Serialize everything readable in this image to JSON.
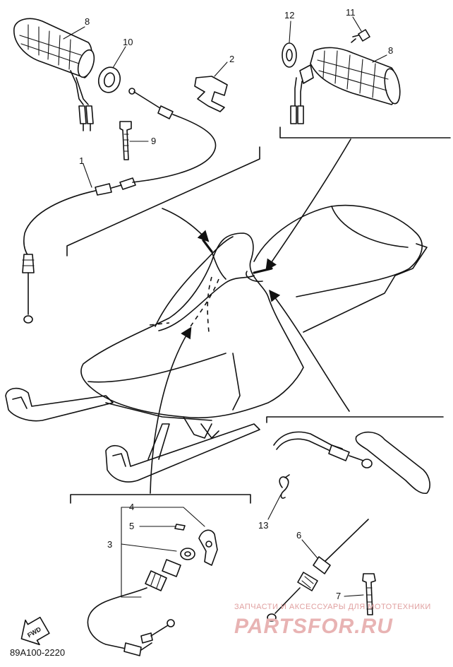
{
  "diagram": {
    "type": "exploded-parts-diagram",
    "drawing_code": "89A100-2220",
    "direction_marker": "FWD",
    "callouts": [
      "1",
      "2",
      "3",
      "4",
      "5",
      "6",
      "7",
      "8",
      "8",
      "9",
      "10",
      "11",
      "12",
      "13"
    ]
  },
  "watermark": {
    "line1": "ЗАПЧАСТИ И АКСЕССУАРЫ ДЛЯ МОТОТЕХНИКИ",
    "line2": "PARTSFOR.RU"
  },
  "colors": {
    "line": "#111111",
    "background": "#ffffff",
    "watermark": "#e8b3b3"
  }
}
